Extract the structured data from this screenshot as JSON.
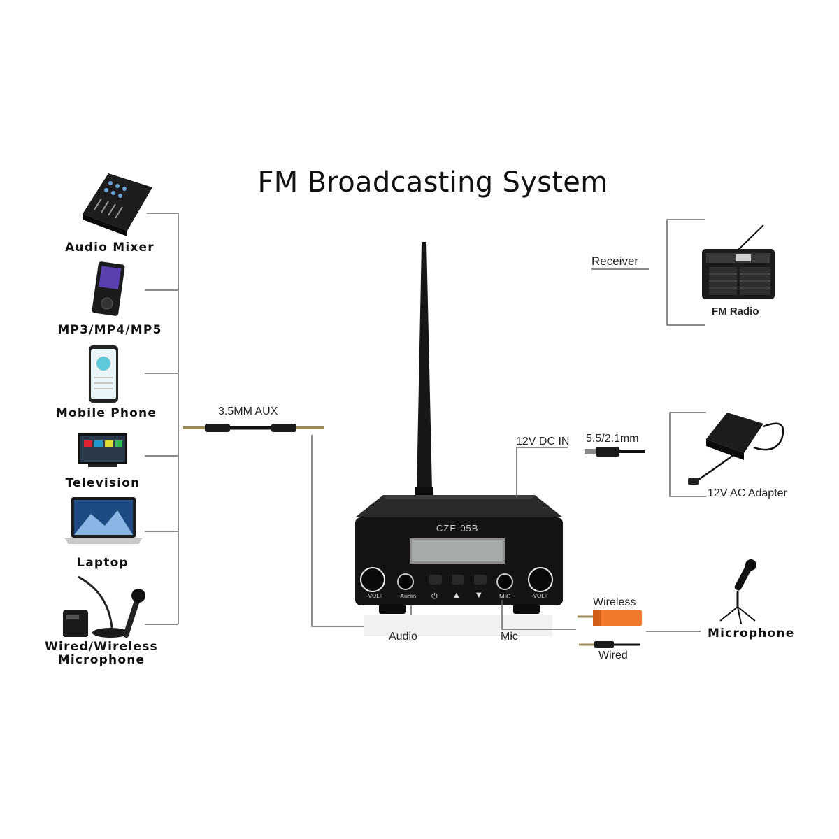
{
  "title": "FM Broadcasting System",
  "sources": [
    {
      "label": "Audio Mixer",
      "icon": "audio-mixer-icon"
    },
    {
      "label": "MP3/MP4/MP5",
      "icon": "mp3-player-icon"
    },
    {
      "label": "Mobile Phone",
      "icon": "mobile-phone-icon"
    },
    {
      "label": "Television",
      "icon": "television-icon"
    },
    {
      "label": "Laptop",
      "icon": "laptop-icon"
    },
    {
      "label": "Wired/Wireless\nMicrophone",
      "icon": "microphone-set-icon"
    }
  ],
  "cable_label": "3.5MM AUX",
  "device": {
    "model": "CZE-05B",
    "knob_left": "-VOL+",
    "jack_audio": "Audio",
    "button_icons": [
      "power-icon",
      "up-icon",
      "down-icon"
    ],
    "jack_mic": "MIC",
    "knob_right": "-VOL+"
  },
  "audio_port_label": "Audio",
  "mic_port_label": "Mic",
  "dc_in_label": "12V DC IN",
  "dc_plug_label": "5.5/2.1mm",
  "receiver_heading": "Receiver",
  "receiver_label": "FM Radio",
  "adapter_label": "12V AC Adapter",
  "wireless_label": "Wireless",
  "wired_label": "Wired",
  "microphone_label": "Microphone"
}
